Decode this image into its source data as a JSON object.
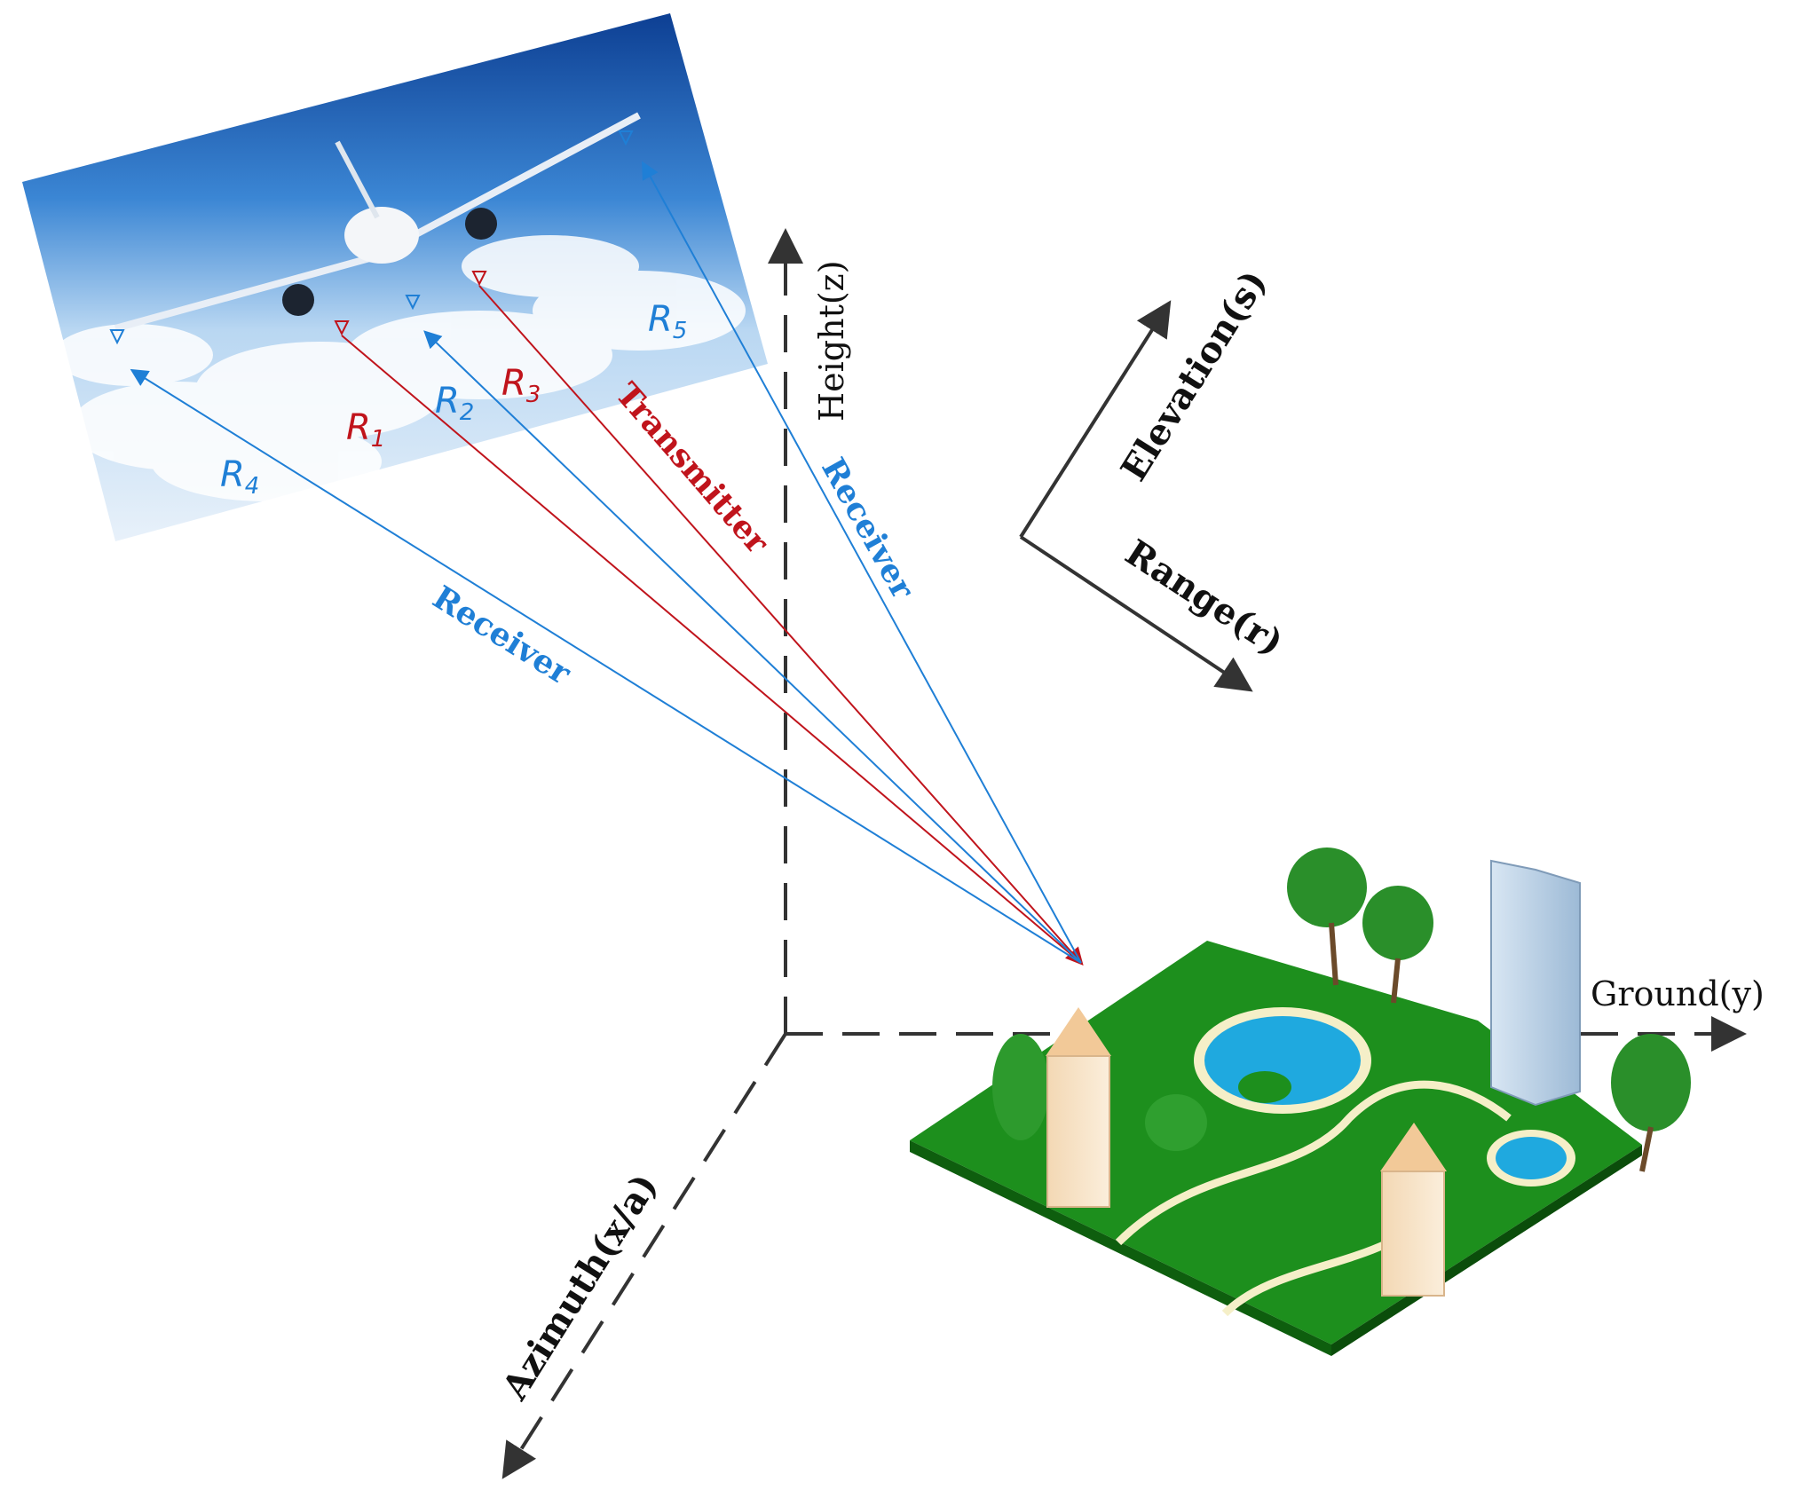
{
  "axes": {
    "height": "Height(z)",
    "ground": "Ground(y)",
    "azimuth": "Azimuth(x/a)",
    "elevation": "Elevation(s)",
    "range": "Range(r)"
  },
  "rays": {
    "receiver_left": "Receiver",
    "receiver_right": "Receiver",
    "transmitter": "Transmitter"
  },
  "antennas": [
    {
      "letter": "R",
      "sub": "1",
      "color": "#c0141c"
    },
    {
      "letter": "R",
      "sub": "2",
      "color": "#1f7fd6"
    },
    {
      "letter": "R",
      "sub": "3",
      "color": "#c0141c"
    },
    {
      "letter": "R",
      "sub": "4",
      "color": "#1f7fd6"
    },
    {
      "letter": "R",
      "sub": "5",
      "color": "#1f7fd6"
    }
  ],
  "colors": {
    "transmit": "#c0141c",
    "receive": "#1f7fd6",
    "axis": "#333333",
    "ground": "#1d8f1d",
    "sky": "#1b5fb8"
  }
}
